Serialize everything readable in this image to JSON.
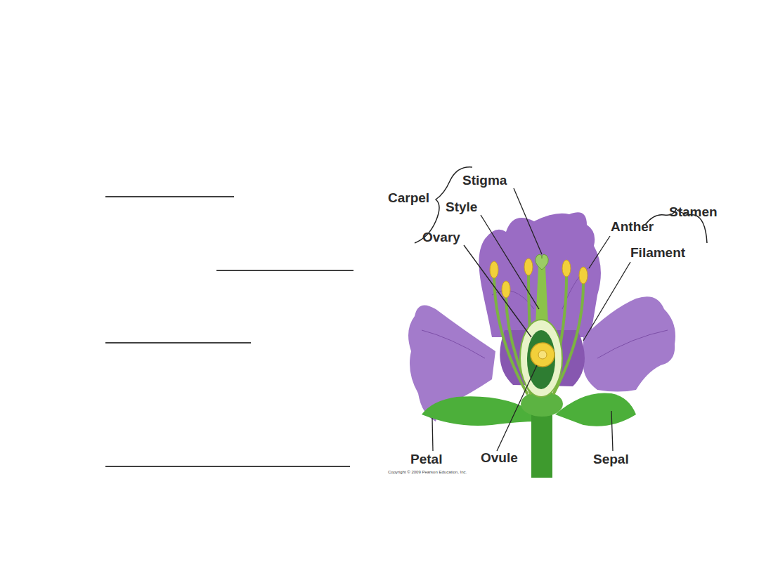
{
  "diagram": {
    "labels": [
      "Stigma",
      "Carpel",
      "Style",
      "Stamen",
      "Anther",
      "Ovary",
      "Filament",
      "Petal",
      "Ovule",
      "Sepal",
      "Copyright © 2009 Pearson Education, Inc."
    ]
  }
}
